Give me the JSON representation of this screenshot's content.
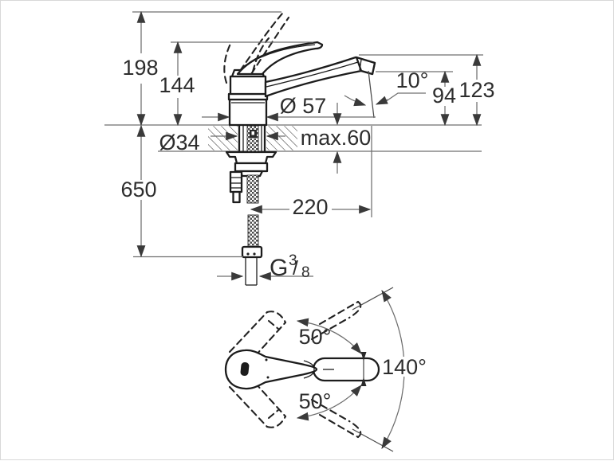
{
  "drawing": {
    "kind": "faucet installation dimensional drawing",
    "colors": {
      "background": "#ffffff",
      "outline": "#1c1c1c",
      "dimension_lines": "#6f6f6f",
      "text": "#2d2d2d"
    }
  },
  "front_view": {
    "labels": {
      "overall_height": "198",
      "lever_height": "144",
      "spout_top_height": "123",
      "outlet_height": "94",
      "outlet_angle": "10°",
      "body_diameter": "Ø 57",
      "hole_diameter": "Ø34",
      "max_deck_thickness": "max.60",
      "hose_length": "650",
      "spout_reach": "220",
      "thread_letter": "G",
      "thread_numerator": "3",
      "thread_slash": "/",
      "thread_denominator": "8"
    }
  },
  "top_view": {
    "labels": {
      "lever_swing_up": "50°",
      "lever_swing_down": "50°",
      "swivel_range": "140°"
    }
  }
}
